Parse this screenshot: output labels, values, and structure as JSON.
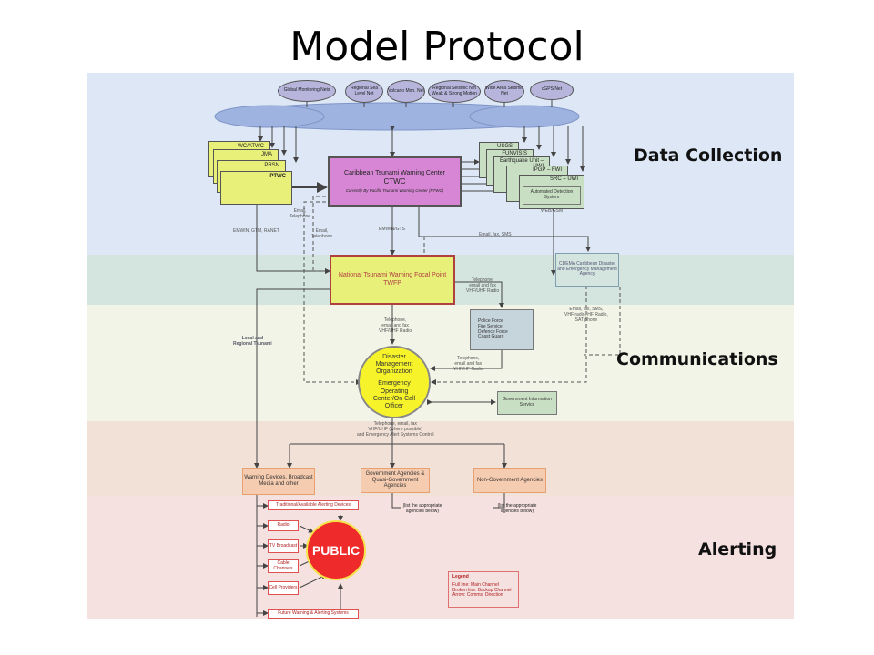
{
  "title": "Model Protocol",
  "sections": {
    "data_collection": "Data Collection",
    "communications": "Communications",
    "alerting": "Alerting"
  },
  "colors": {
    "data_collection_band": "#dde7f5",
    "communications_band_top": "#d4e4de",
    "communications_band": "#f1f4e7",
    "alerting_band_top": "#f1e1d7",
    "alerting_band": "#f6e1e1",
    "ctwc": "#d686d4",
    "focal_point": "#e8f07a",
    "public": "#ee2a2a"
  },
  "networks": [
    "Global Monitoring Nets",
    "Regional Sea Level Net",
    "Volcano Mon. Net",
    "Regional Seismic Net Weak & Strong Motion",
    "Wide Area Seismic Net",
    "cGPS Net"
  ],
  "left_centers": [
    "WC/ATWC",
    "JMA",
    "PRSN",
    "PTWC"
  ],
  "right_centers": [
    "USGS",
    "FUNVISIS",
    "Earthquake Unit – UWI",
    "IPGP – FWI",
    "SRC – UWI"
  ],
  "automated": "Automated Detection System",
  "ctwc": {
    "name": "Caribbean Tsunami Warning Center",
    "abbr": "CTWC",
    "note": "Currently By Pacific Tsunami Warning Center (PTWC)"
  },
  "twfp": {
    "name": "National Tsunami Warning Focal Point",
    "abbr": "TWFP"
  },
  "cdema": "CDEMA Caribbean Disaster and Emergency Management Agency",
  "services": [
    "Police Force",
    "Fire Service",
    "Defence Force",
    "Coast Guard"
  ],
  "dmo": {
    "top": "Disaster Management Organization",
    "bottom": "Emergency Operating Center/On Call Officer"
  },
  "gis": "Government Information Service",
  "labels": {
    "web_gsm": "WEB/GSM",
    "emwin_left": "EMWIN, GTM, RANET",
    "email_tel_1": "Email,\nTelephone",
    "email_tel_2": "Email,\nTelephone",
    "emwin_gts": "EMWIN/GTS",
    "email_fax_sms": "Email, fax, SMS",
    "tel_fax_1": "Telephone,\nemail and fax\nVHF/UHF Radio",
    "tel_fax_2": "Telephone,\nemail and fax\nVHF/UHF Radio",
    "tel_fax_3": "Telephone,\nemail and fax\nVHF/HF Radio",
    "email_sms": "Email, fax, SMS,\nVHF radio, HF Radio,\nSAT phone",
    "local_regional": "Local and\nRegional Tsunami",
    "tel_vhf": "Telephone, email, fax\nVHF/UHF (where possible)\nand Emergency Alert Systems Control"
  },
  "receivers": [
    "Warning Devices, Broadcast Media and other",
    "Government Agencies & Quasi-Government Agencies",
    "Non-Government Agencies"
  ],
  "list_note": "(list the appropriate agencies below)",
  "channels": [
    "Traditional/Available Alerting Devices",
    "Radio",
    "TV Broadcast",
    "Cable Channels",
    "Cell Providers",
    "Future Warning & Alerting Systems"
  ],
  "public": "PUBLIC",
  "legend": {
    "title": "Legend",
    "lines": [
      "Full line: Main Channel",
      "Broken line: Backup Channel",
      "Arrow: Comms. Direction"
    ]
  }
}
